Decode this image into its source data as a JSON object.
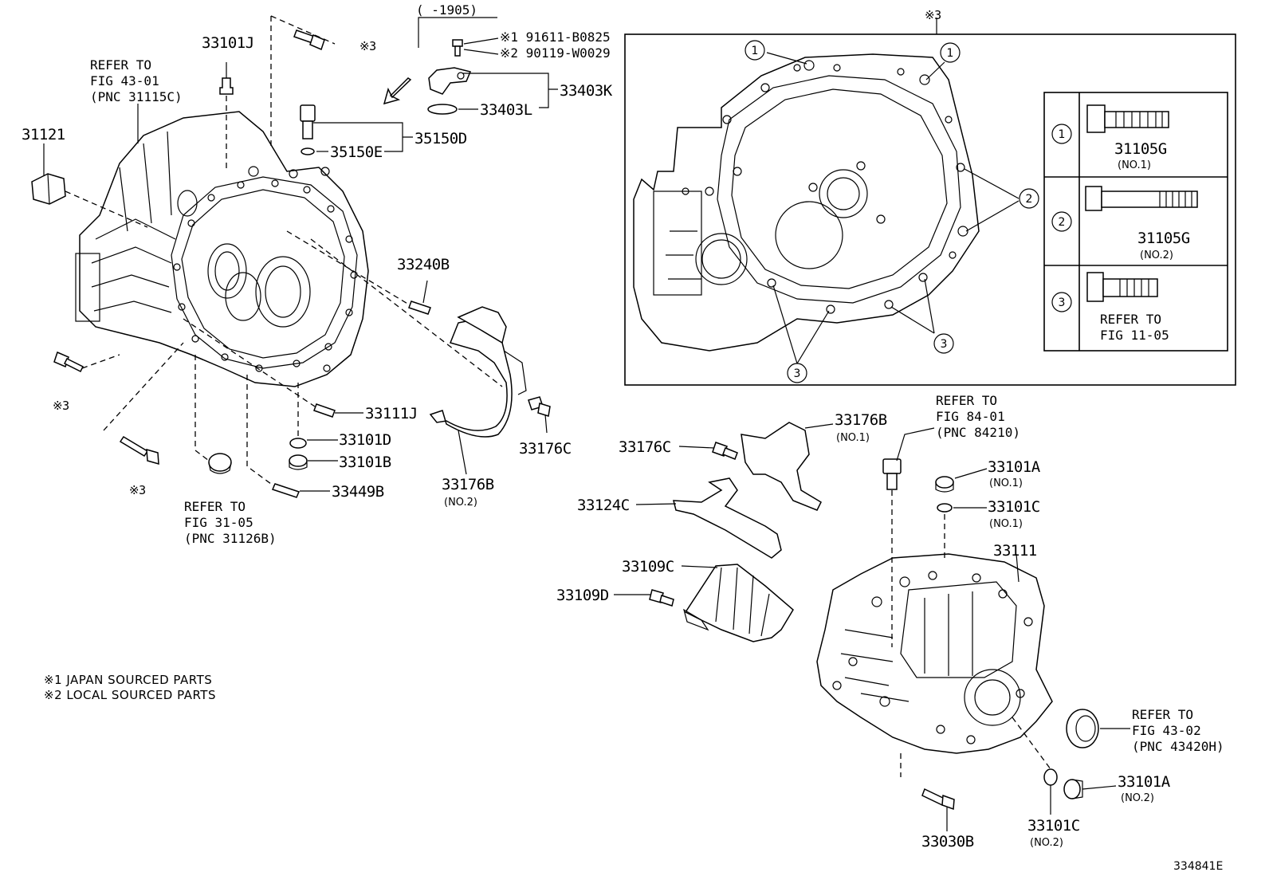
{
  "labels": {
    "p33101J": "33101J",
    "p31121": "31121",
    "p33240B": "33240B",
    "p33111J": "33111J",
    "p33101D": "33101D",
    "p33101B": "33101B",
    "p33449B": "33449B",
    "p33176B_l": "33176B",
    "p33176B_l_sub": "(NO.2)",
    "p33176C_l": "33176C",
    "p35150D": "35150D",
    "p35150E": "35150E",
    "p33403K": "33403K",
    "p33403L": "33403L",
    "p33176B_r": "33176B",
    "p33176B_r_sub": "(NO.1)",
    "p33176C_r": "33176C",
    "p33124C": "33124C",
    "p33109C": "33109C",
    "p33109D": "33109D",
    "p33101A_1": "33101A",
    "p33101A_1_sub": "(NO.1)",
    "p33101C_1": "33101C",
    "p33101C_1_sub": "(NO.1)",
    "p33111": "33111",
    "p33101A_2": "33101A",
    "p33101A_2_sub": "(NO.2)",
    "p33101C_2": "33101C",
    "p33101C_2_sub": "(NO.2)",
    "p33030B": "33030B",
    "p31105G_1": "31105G",
    "p31105G_1_sub": "(NO.1)",
    "p31105G_2": "31105G",
    "p31105G_2_sub": "(NO.2)",
    "bolt1": "※1 91611-B0825",
    "bolt2": "※2 90119-W0029",
    "range": "(   -1905)",
    "mark3": "※3",
    "inset_mark": "※3",
    "figure_id": "334841E"
  },
  "refs": {
    "ref_4301_a": "REFER TO",
    "ref_4301_b": "FIG 43-01",
    "ref_4301_c": "(PNC 31115C)",
    "ref_3105_a": "REFER TO",
    "ref_3105_b": "FIG 31-05",
    "ref_3105_c": "(PNC 31126B)",
    "ref_8401_a": "REFER TO",
    "ref_8401_b": "FIG 84-01",
    "ref_8401_c": "(PNC 84210)",
    "ref_4302_a": "REFER TO",
    "ref_4302_b": "FIG 43-02",
    "ref_4302_c": "(PNC 43420H)",
    "ref_1105_a": "REFER TO",
    "ref_1105_b": "FIG 11-05"
  },
  "notes": {
    "note1": "※1 JAPAN SOURCED PARTS",
    "note2": "※2 LOCAL SOURCED PARTS"
  },
  "circled": {
    "c1": "1",
    "c2": "2",
    "c3": "3"
  }
}
